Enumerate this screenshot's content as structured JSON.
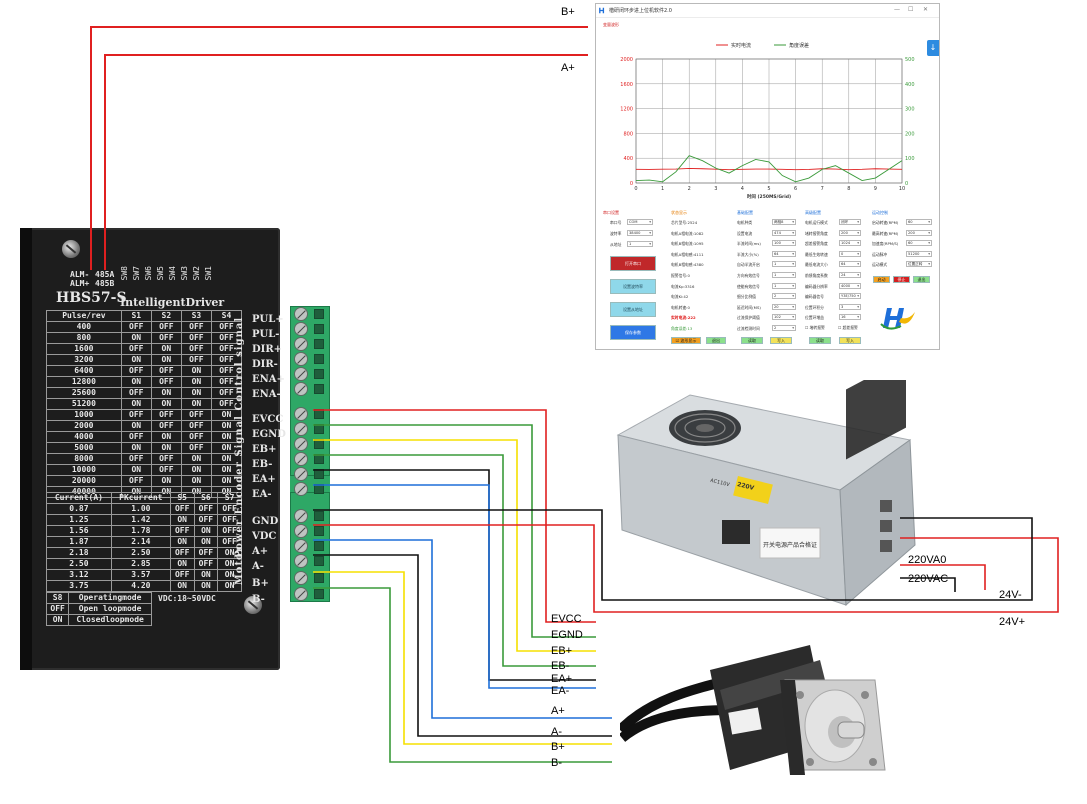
{
  "wire_labels": {
    "b_plus_top": "B+",
    "a_plus_top": "A+",
    "evcc": "EVCC",
    "egnd": "EGND",
    "eb_plus": "EB+",
    "eb_minus": "EB-",
    "ea_plus": "EA+",
    "ea_minus": "EA-",
    "a_plus": "A+",
    "a_minus": "A-",
    "b_plus": "B+",
    "b_minus": "B-",
    "ac_l": "220VA0",
    "ac_n": "220VAC",
    "v24_minus": "24V-",
    "v24_plus": "24V+"
  },
  "driver": {
    "model": "HBS57-S",
    "subtitle": "IntelligentDriver",
    "alm_minus": "ALM-",
    "alm_plus": "ALM+",
    "rs485_a": "485A",
    "rs485_b": "485B",
    "switch_labels": [
      "SW8",
      "SW7",
      "SW6",
      "SW5",
      "SW4",
      "SW3",
      "SW2",
      "SW1"
    ],
    "side_label_1": "Power Encoder Signal Control signal",
    "side_label_2": "Motor",
    "pulse_table": {
      "headers": [
        "Pulse/rev",
        "S1",
        "S2",
        "S3",
        "S4"
      ],
      "rows": [
        [
          "400",
          "OFF",
          "OFF",
          "OFF",
          "OFF"
        ],
        [
          "800",
          "ON",
          "OFF",
          "OFF",
          "OFF"
        ],
        [
          "1600",
          "OFF",
          "ON",
          "OFF",
          "OFF"
        ],
        [
          "3200",
          "ON",
          "ON",
          "OFF",
          "OFF"
        ],
        [
          "6400",
          "OFF",
          "OFF",
          "ON",
          "OFF"
        ],
        [
          "12800",
          "ON",
          "OFF",
          "ON",
          "OFF"
        ],
        [
          "25600",
          "OFF",
          "ON",
          "ON",
          "OFF"
        ],
        [
          "51200",
          "ON",
          "ON",
          "ON",
          "OFF"
        ],
        [
          "1000",
          "OFF",
          "OFF",
          "OFF",
          "ON"
        ],
        [
          "2000",
          "ON",
          "OFF",
          "OFF",
          "ON"
        ],
        [
          "4000",
          "OFF",
          "ON",
          "OFF",
          "ON"
        ],
        [
          "5000",
          "ON",
          "ON",
          "OFF",
          "ON"
        ],
        [
          "8000",
          "OFF",
          "OFF",
          "ON",
          "ON"
        ],
        [
          "10000",
          "ON",
          "OFF",
          "ON",
          "ON"
        ],
        [
          "20000",
          "OFF",
          "ON",
          "ON",
          "ON"
        ],
        [
          "40000",
          "ON",
          "ON",
          "ON",
          "ON"
        ]
      ]
    },
    "current_table": {
      "headers": [
        "Current(A)",
        "PKcurrent",
        "S5",
        "S6",
        "S7"
      ],
      "rows": [
        [
          "0.87",
          "1.00",
          "OFF",
          "OFF",
          "OFF"
        ],
        [
          "1.25",
          "1.42",
          "ON",
          "OFF",
          "OFF"
        ],
        [
          "1.56",
          "1.78",
          "OFF",
          "ON",
          "OFF"
        ],
        [
          "1.87",
          "2.14",
          "ON",
          "ON",
          "OFF"
        ],
        [
          "2.18",
          "2.50",
          "OFF",
          "OFF",
          "ON"
        ],
        [
          "2.50",
          "2.85",
          "ON",
          "OFF",
          "ON"
        ],
        [
          "3.12",
          "3.57",
          "OFF",
          "ON",
          "ON"
        ],
        [
          "3.75",
          "4.20",
          "ON",
          "ON",
          "ON"
        ]
      ]
    },
    "mode_table": {
      "header": [
        "S8",
        "Operatingmode"
      ],
      "rows": [
        [
          "OFF",
          "Open loopmode"
        ],
        [
          "ON",
          "Closedloopmode"
        ]
      ]
    },
    "vdc": "VDC:18~50VDC",
    "pin_labels": [
      "PUL+",
      "PUL-",
      "DIR+",
      "DIR-",
      "ENA+",
      "ENA-",
      "EVCC",
      "EGND",
      "EB+",
      "EB-",
      "EA+",
      "EA-",
      "GND",
      "VDC",
      "A+",
      "A-",
      "B+",
      "B-"
    ]
  },
  "app": {
    "title": "楷研闭环步进上位机软件2.0",
    "chart_section": "变量波形",
    "param_sections": {
      "serial": "串口设置",
      "status": "状态显示",
      "params": "基础配置",
      "advanced": "高级配置",
      "motion": "运动控制"
    },
    "serial": {
      "port_label": "串口号",
      "port_value": "COM",
      "baud_label": "波特率",
      "baud_value": "38400",
      "addr_label": "从地址",
      "addr_value": "1",
      "open_btn": "打开串口",
      "set_baud_btn": "设置波特率",
      "set_addr_btn": "设置从地址",
      "save_btn": "保存参数"
    },
    "status": {
      "items": [
        "芯片型号:2524",
        "电机A相电流:1082",
        "电机B相电流:1095",
        "电机A相电感:4111",
        "电机B相电感:4380",
        "报警信号:0",
        "电流Kp:3316",
        "电流Ki:42",
        "电机转速:0"
      ],
      "realtime_current": "实时电流:222",
      "angle_error": "角度误差:13",
      "wave_checkbox": "波形显示",
      "exit_btn": "退出"
    },
    "params": {
      "labels": [
        "电机种类",
        "设置电流",
        "半流时间(ms)",
        "半流大小(%)",
        "自动半流开启",
        "方向有效信号",
        "使能有效信号",
        "细分比例值",
        "延迟时间(MS)",
        "过流保护阈值",
        "过流检测时间"
      ],
      "values": [
        "两相8",
        "474",
        "100",
        "64",
        "1",
        "1",
        "1",
        "2",
        "20",
        "102",
        "2"
      ],
      "read_btn": "读取",
      "write_btn": "写入"
    },
    "advanced": {
      "labels": [
        "电机运行模式",
        "堵转报警角度",
        "超差报警角度",
        "最低生效转速",
        "最低电流大小",
        "前馈角度系数",
        "编码器分辨率",
        "编码器信号",
        "位置环积分",
        "位置环增益"
      ],
      "values": [
        "闭环",
        "200",
        "1024",
        "0",
        "64",
        "24",
        "4000",
        "Y3E/750",
        "3",
        "16"
      ],
      "cb1": "堵转报警",
      "cb2": "超差报警",
      "read_btn": "读取",
      "write_btn": "写入"
    },
    "motion": {
      "labels": [
        "启动转速(RPM)",
        "最高转速(RPM)",
        "加速度(RPM/S)",
        "运动脉冲",
        "运动模式"
      ],
      "values": [
        "60",
        "200",
        "60",
        "51200",
        "位置正转"
      ],
      "start_btn": "启动",
      "stop_btn": "停止",
      "exit_btn": "退出"
    }
  },
  "chart_data": {
    "type": "line",
    "title": "",
    "legend_position": "top-center",
    "xlabel": "时间 (250MS/Grid)",
    "ylabel": "",
    "xlim": [
      0,
      10
    ],
    "ylim": [
      0,
      2000
    ],
    "ylim_right": [
      0,
      500
    ],
    "x_ticks": [
      0,
      1,
      2,
      3,
      4,
      5,
      6,
      7,
      8,
      9,
      10
    ],
    "y_ticks_left": [
      0,
      400,
      800,
      1200,
      1600,
      2000
    ],
    "y_ticks_right": [
      0,
      100,
      200,
      300,
      400,
      500
    ],
    "grid": true,
    "series": [
      {
        "name": "实时电流",
        "color": "#e02020",
        "axis": "left",
        "x": [
          0,
          0.5,
          1,
          1.5,
          2,
          2.5,
          3,
          3.5,
          4,
          4.5,
          5,
          5.5,
          6,
          6.5,
          7,
          7.5,
          8,
          8.5,
          9,
          9.5,
          10
        ],
        "y": [
          220,
          218,
          222,
          225,
          235,
          230,
          222,
          215,
          220,
          225,
          225,
          220,
          215,
          218,
          230,
          225,
          215,
          220,
          230,
          225,
          220
        ]
      },
      {
        "name": "角度误差",
        "color": "#3a9a3a",
        "axis": "right",
        "x": [
          0,
          0.5,
          1,
          1.5,
          2,
          2.5,
          3,
          3.5,
          4,
          4.5,
          5,
          5.5,
          6,
          6.5,
          7,
          7.5,
          8,
          8.5,
          9,
          9.5,
          10
        ],
        "y": [
          10,
          12,
          5,
          45,
          110,
          90,
          60,
          40,
          70,
          95,
          85,
          30,
          5,
          20,
          55,
          70,
          40,
          10,
          20,
          55,
          90
        ]
      }
    ]
  },
  "psu": {
    "sticker_text": "开关电源产品合格证",
    "warning_text": "220V",
    "warning_text2": "AC110V"
  }
}
